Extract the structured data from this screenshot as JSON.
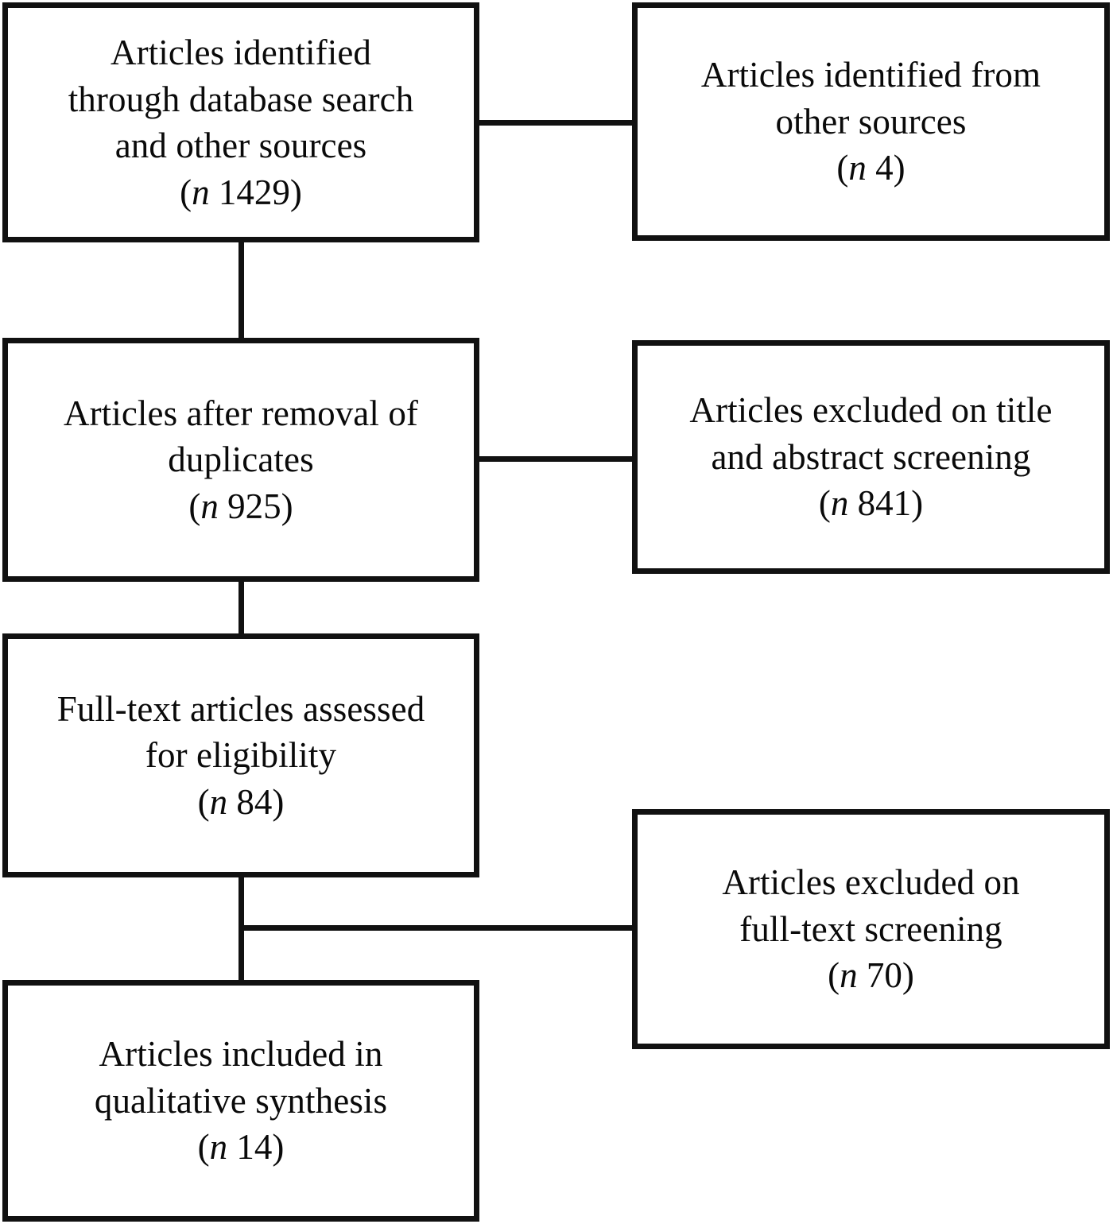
{
  "diagram": {
    "title": "PRISMA study selection flow diagram",
    "type": "flowchart",
    "stroke_color": "#111111",
    "background_color": "#ffffff",
    "text_color": "#0a0a0a",
    "count_prefix": "n",
    "nodes": {
      "identified": {
        "label": "Articles identified\nthrough database search\nand other sources",
        "count_open": "(",
        "count_symbol": "n",
        "count_value": " 1429",
        "count_close": ")"
      },
      "other_sources": {
        "label": "Articles identified from\nother sources",
        "count_open": "(",
        "count_symbol": "n",
        "count_value": " 4",
        "count_close": ")"
      },
      "duplicates": {
        "label": "Articles after removal of\nduplicates",
        "count_open": "(",
        "count_symbol": "n",
        "count_value": " 925",
        "count_close": ")"
      },
      "excluded_title": {
        "label": "Articles excluded on title\nand abstract screening",
        "count_open": "(",
        "count_symbol": "n",
        "count_value": " 841",
        "count_close": ")"
      },
      "fulltext": {
        "label": "Full-text articles assessed\nfor eligibility",
        "count_open": "(",
        "count_symbol": "n",
        "count_value": " 84",
        "count_close": ")"
      },
      "excluded_fulltext": {
        "label": "Articles excluded on\nfull-text screening",
        "count_open": "(",
        "count_symbol": "n",
        "count_value": " 70",
        "count_close": ")"
      },
      "included": {
        "label": "Articles included in\nqualitative synthesis",
        "count_open": "(",
        "count_symbol": "n",
        "count_value": " 14",
        "count_close": ")"
      }
    },
    "edges": [
      {
        "name": "identified-to-other-sources",
        "from": "identified",
        "to": "other_sources",
        "orientation": "horizontal"
      },
      {
        "name": "identified-to-duplicates",
        "from": "identified",
        "to": "duplicates",
        "orientation": "vertical"
      },
      {
        "name": "duplicates-to-excluded-title",
        "from": "duplicates",
        "to": "excluded_title",
        "orientation": "horizontal"
      },
      {
        "name": "duplicates-to-fulltext",
        "from": "duplicates",
        "to": "fulltext",
        "orientation": "vertical"
      },
      {
        "name": "fulltext-to-excluded-fulltext",
        "from": "fulltext",
        "to": "excluded_fulltext",
        "orientation": "horizontal"
      },
      {
        "name": "fulltext-to-included",
        "from": "fulltext",
        "to": "included",
        "orientation": "vertical"
      }
    ]
  }
}
